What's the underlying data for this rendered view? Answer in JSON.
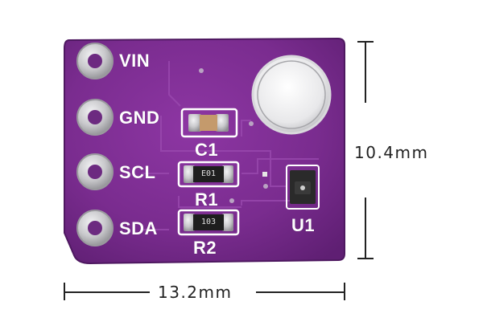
{
  "board": {
    "pins": [
      {
        "label": "VIN"
      },
      {
        "label": "GND"
      },
      {
        "label": "SCL"
      },
      {
        "label": "SDA"
      }
    ],
    "components": {
      "c1": {
        "designator": "C1"
      },
      "r1": {
        "designator": "R1",
        "marking": "E01"
      },
      "r2": {
        "designator": "R2",
        "marking": "103"
      },
      "u1": {
        "designator": "U1"
      }
    }
  },
  "dimensions": {
    "height": "10.4mm",
    "width": "13.2mm"
  },
  "colors": {
    "pcb": "#7a2c8f",
    "pcb_edge": "#5f1f73",
    "silkscreen": "#ffffff",
    "pad_silver": "#c9c9cc"
  }
}
